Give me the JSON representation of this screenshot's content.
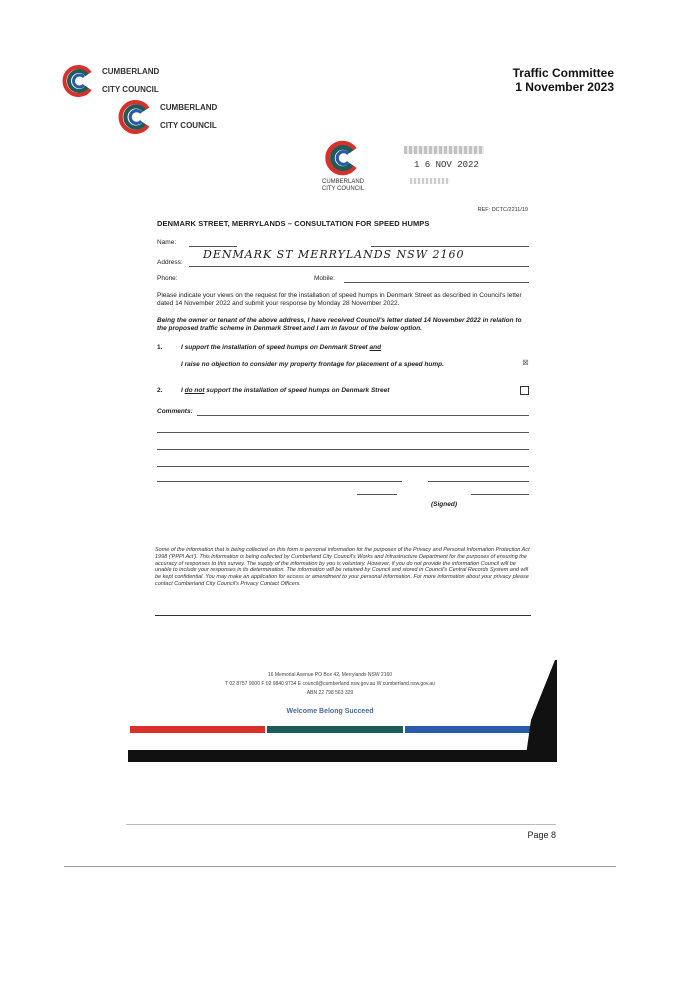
{
  "header": {
    "committee": "Traffic Committee",
    "date": "1 November 2023"
  },
  "logo": {
    "line1": "CUMBERLAND",
    "line2": "CITY COUNCIL"
  },
  "stamp": {
    "date": "1 6 NOV 2022"
  },
  "form": {
    "ref": "REF: DCTC/2211/19",
    "title": "DENMARK STREET, MERRYLANDS – CONSULTATION FOR SPEED HUMPS",
    "name_label": "Name:",
    "address_label": "Address:",
    "address_value": "DENMARK ST MERRYLANDS NSW 2160",
    "phone_label": "Phone:",
    "mobile_label": "Mobile:",
    "intro": "Please indicate your views on the request for the installation of speed humps in Denmark Street as described in Council's letter dated 14 November 2022 and submit your response by Monday 28 November 2022.",
    "declaration": "Being the owner or tenant of the above address, I have received Council's letter dated 14 November 2022 in relation to the proposed traffic scheme in Denmark Street and I am in favour of the below option.",
    "option1_num": "1.",
    "option1_line1_a": "I support the installation of speed humps on Denmark Street ",
    "option1_line1_b": "and",
    "option1_line2": "I raise no objection to consider my property frontage for placement of a speed hump.",
    "option1_mark": "☒",
    "option2_num": "2.",
    "option2_a": "I ",
    "option2_b": "do not",
    "option2_c": " support the installation of speed humps on Denmark Street",
    "comments_label": "Comments:",
    "signed_label": "(Signed)",
    "privacy": "Some of the information that is being collected on this form is personal information for the purposes of the Privacy and Personal Information Protection Act 1998 ('PPPI Act'). This information is being collected by Cumberland City Council's Works and Infrastructure Department for the purposes of ensuring the accuracy of responses to this survey. The supply of the information by you is voluntary. However, if you do not provide the information Council will be unable to include your responses in its determination. The information will be retained by Council and stored in Council's Central Records System and will be kept confidential. You may make an application for access or amendment to your personal information. For more information about your privacy please contact Cumberland City Council's Privacy Contact Officers."
  },
  "letter_footer": {
    "address": "16 Memorial Avenue PO Box 42, Merrylands NSW 2160",
    "contacts": "T 02 8757 9000   F 02 9840 9734   E council@cumberland.nsw.gov.au   W cumberland.nsw.gov.au",
    "abn": "ABN 22 798 563 329",
    "welcome": "Welcome Belong Succeed"
  },
  "page": {
    "number": "Page 8"
  },
  "colors": {
    "red": "#d9302b",
    "teal": "#1f5c57",
    "blue": "#2a5aa8"
  }
}
